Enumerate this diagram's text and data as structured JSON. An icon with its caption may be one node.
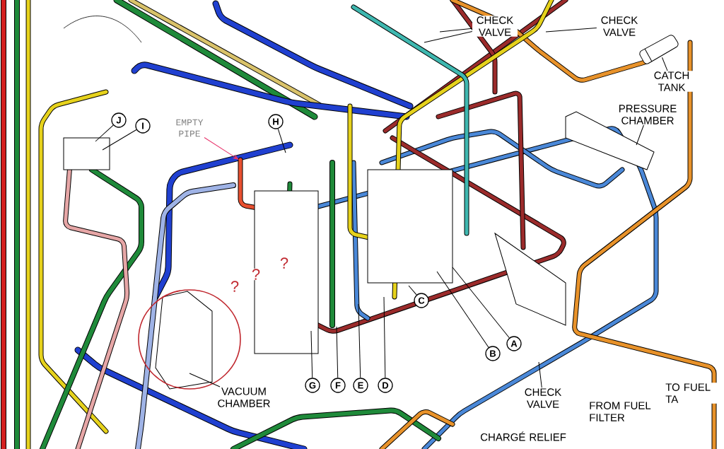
{
  "diagram": {
    "nodes": [
      {
        "text": [
          "CHECK VALVE"
        ]
      },
      {
        "text": [
          "CHECK VALVE"
        ]
      },
      {
        "text": [
          "CATCH TANK"
        ]
      },
      {
        "text": [
          "PRESSURE CHAMBER"
        ]
      },
      {
        "text": [
          "EMPTY PIPE"
        ]
      },
      {
        "text": [
          "H"
        ]
      },
      {
        "text": [
          "J"
        ]
      },
      {
        "text": [
          "I"
        ]
      },
      {
        "text": [
          "VACUUM CHAMBER"
        ]
      },
      {
        "text": [
          "G"
        ]
      },
      {
        "text": [
          "F"
        ]
      },
      {
        "text": [
          "E"
        ]
      },
      {
        "text": [
          "D"
        ]
      },
      {
        "text": [
          "C"
        ]
      },
      {
        "text": [
          "B"
        ]
      },
      {
        "text": [
          "A"
        ]
      },
      {
        "text": [
          "CHECK VALVE"
        ]
      },
      {
        "text": [],
        "shape": "cylinder"
      }
    ],
    "edges": [
      {
        "from": 0,
        "to": null,
        "arrow": "none"
      },
      {
        "from": 0,
        "to": null,
        "arrow": "none"
      },
      {
        "from": 1,
        "to": null,
        "arrow": "none"
      },
      {
        "from": 2,
        "to": 17,
        "arrow": "none"
      },
      {
        "from": 3,
        "to": null,
        "arrow": "none"
      },
      {
        "from": 4,
        "to": null,
        "arrow": "to",
        "color": "#e8336b"
      },
      {
        "from": 5,
        "to": null,
        "arrow": "none"
      },
      {
        "from": 6,
        "to": null,
        "arrow": "none"
      },
      {
        "from": 7,
        "to": null,
        "arrow": "none"
      },
      {
        "from": 8,
        "to": null,
        "arrow": "none"
      },
      {
        "from": 9,
        "to": null,
        "arrow": "none"
      },
      {
        "from": 10,
        "to": null,
        "arrow": "none"
      },
      {
        "from": 11,
        "to": null,
        "arrow": "none"
      },
      {
        "from": 12,
        "to": null,
        "arrow": "none"
      },
      {
        "from": 13,
        "to": null,
        "arrow": "none"
      },
      {
        "from": 14,
        "to": null,
        "arrow": "none"
      },
      {
        "from": 15,
        "to": null,
        "arrow": "none"
      },
      {
        "from": 16,
        "to": null,
        "arrow": "none"
      }
    ],
    "labels": [
      "?",
      "?",
      "?",
      "FROM FUEL FILTER",
      "TO FUEL TA",
      "CHARGÉ RELIEF"
    ]
  }
}
